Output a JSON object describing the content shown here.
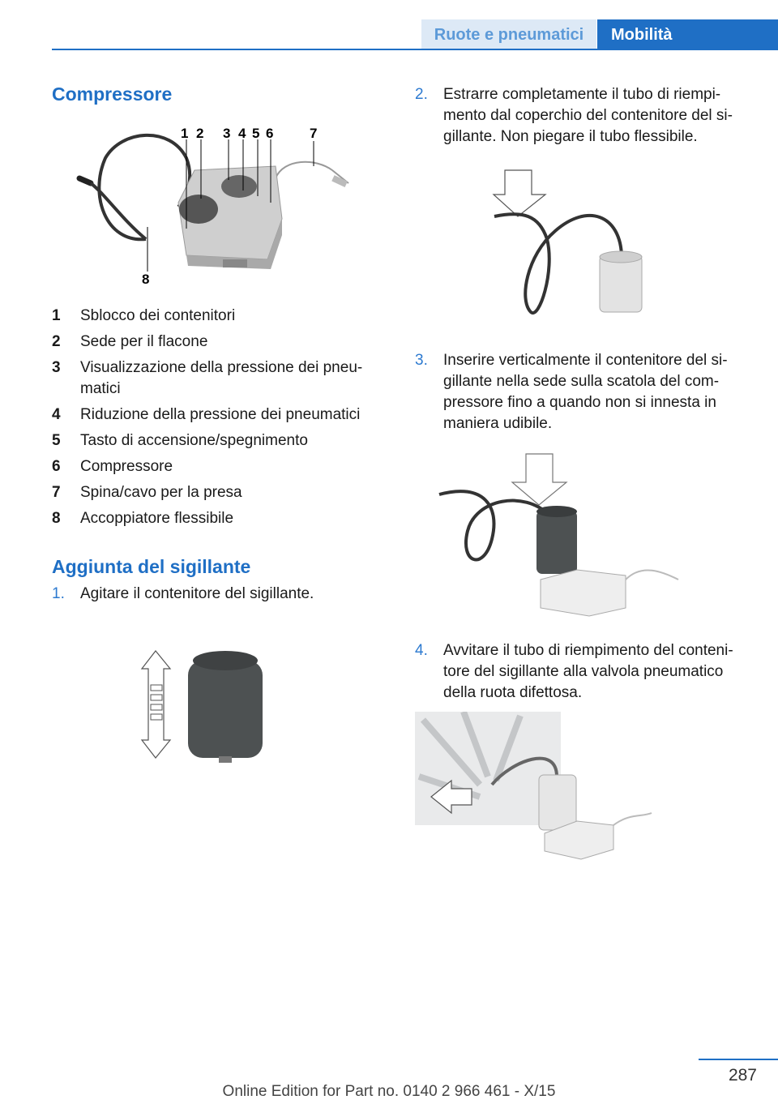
{
  "header": {
    "section": "Ruote e pneumatici",
    "chapter": "Mobilità"
  },
  "compressor": {
    "title": "Compressore",
    "callouts": [
      "1",
      "2",
      "3",
      "4",
      "5",
      "6",
      "7",
      "8"
    ],
    "legend": [
      {
        "num": "1",
        "text": "Sblocco dei contenitori"
      },
      {
        "num": "2",
        "text": "Sede per il flacone"
      },
      {
        "num": "3",
        "text": "Visualizzazione della pressione dei pneu-matici"
      },
      {
        "num": "4",
        "text": "Riduzione della pressione dei pneumatici"
      },
      {
        "num": "5",
        "text": "Tasto di accensione/spegnimento"
      },
      {
        "num": "6",
        "text": "Compressore"
      },
      {
        "num": "7",
        "text": "Spina/cavo per la presa"
      },
      {
        "num": "8",
        "text": "Accoppiatore flessibile"
      }
    ]
  },
  "sealant": {
    "title": "Aggiunta del sigillante",
    "steps": [
      {
        "num": "1.",
        "text": "Agitare il contenitore del sigillante."
      },
      {
        "num": "2.",
        "text": "Estrarre completamente il tubo di riempi-mento dal coperchio del contenitore del si-gillante. Non piegare il tubo flessibile."
      },
      {
        "num": "3.",
        "text": "Inserire verticalmente il contenitore del si-gillante nella sede sulla scatola del com-pressore fino a quando non si innesta in maniera udibile."
      },
      {
        "num": "4.",
        "text": "Avvitare il tubo di riempimento del conteni-tore del sigillante alla valvola pneumatico della ruota difettosa."
      }
    ]
  },
  "page_number": "287",
  "footer": "Online Edition for Part no. 0140 2 966 461 - X/15"
}
